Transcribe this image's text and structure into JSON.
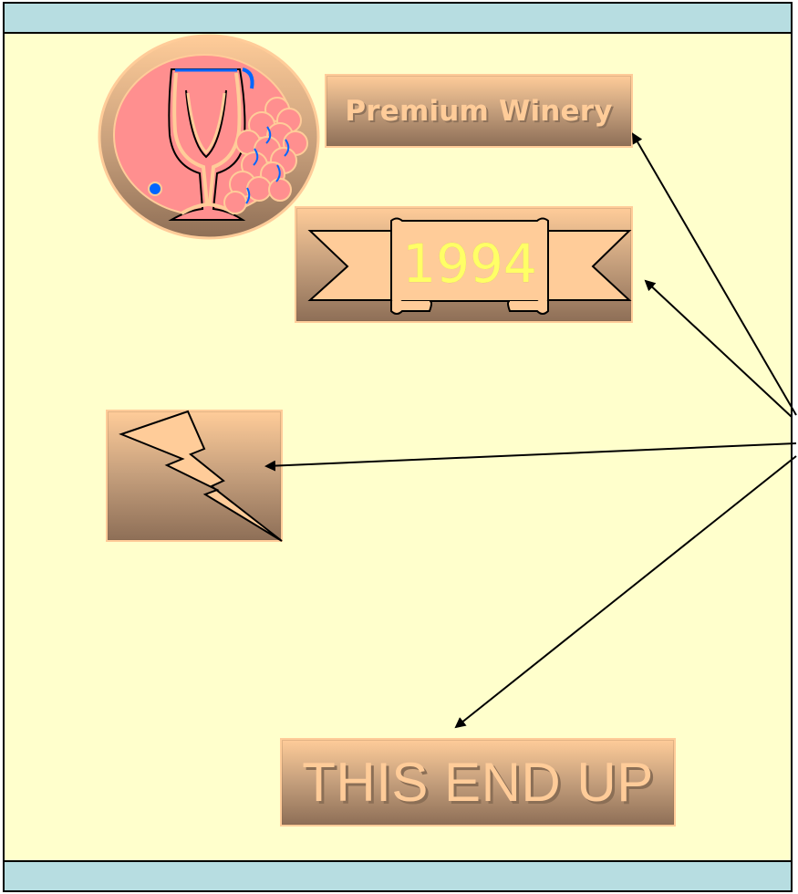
{
  "labels": {
    "brand": "Premium Winery",
    "year": "1994",
    "orientation": "THIS END UP"
  },
  "colors": {
    "background": "#ffffcc",
    "bar": "#b7dde1",
    "panel_light": "#ffcc99",
    "panel_dark": "#8e6f57",
    "seal_inner": "#ff8f8f",
    "year_text": "#ffff66"
  },
  "icons": {
    "logo": "wine-glass-grapes-icon",
    "ribbon": "ribbon-banner-icon",
    "lightning": "lightning-bolt-icon"
  }
}
